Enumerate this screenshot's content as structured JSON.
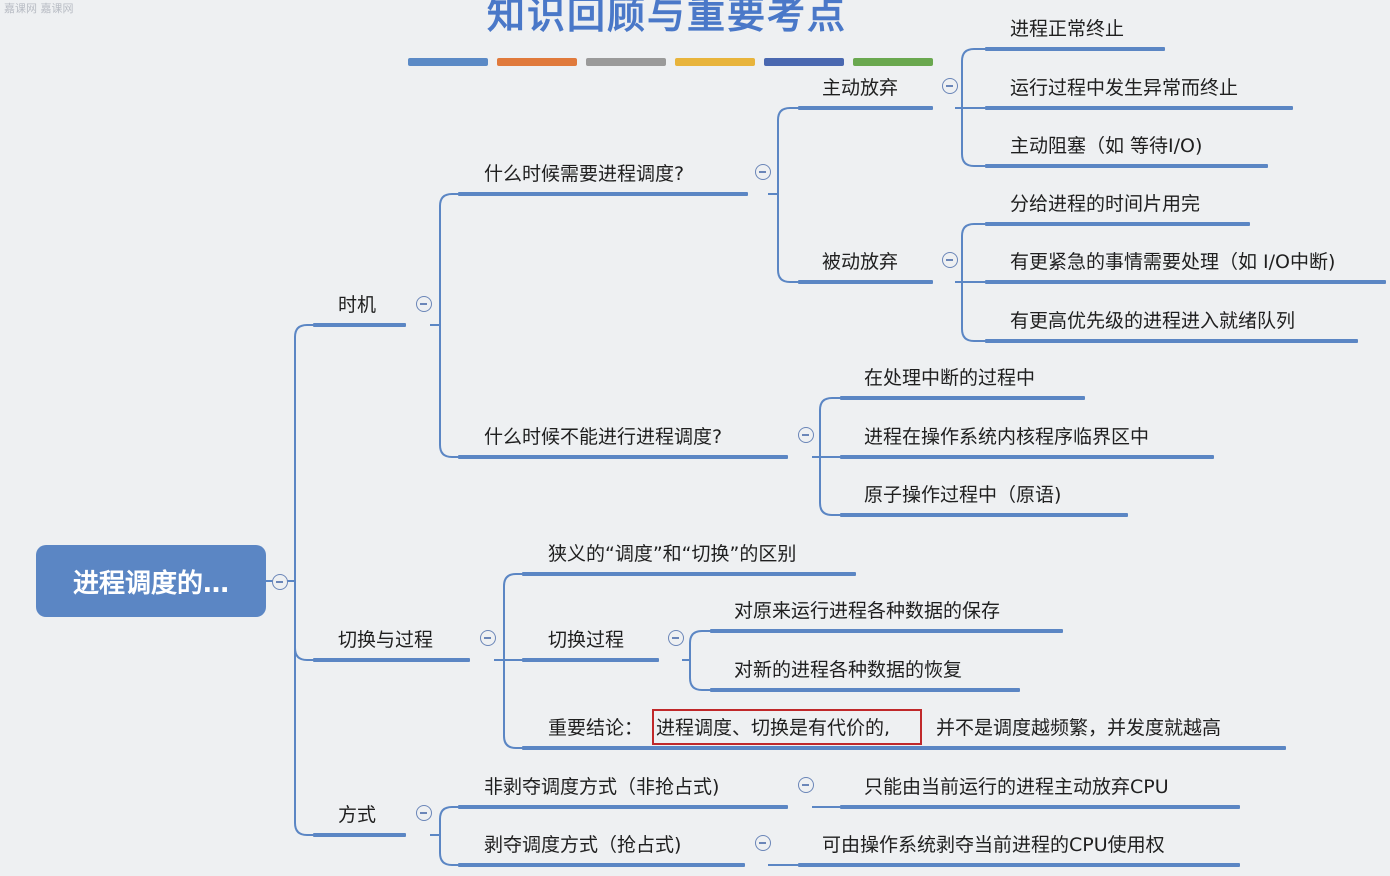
{
  "corner_text": "嘉课网 嘉课网",
  "title": "知识回顾与重要考点",
  "title_bar_colors": [
    "#5b8ac6",
    "#e07a3c",
    "#9a9a9a",
    "#e8b43c",
    "#4a68b0",
    "#6aa84f"
  ],
  "root": "进程调度的…",
  "timing": {
    "label": "时机",
    "need": {
      "label": "什么时候需要进程调度?",
      "active": {
        "label": "主动放弃",
        "items": [
          "进程正常终止",
          "运行过程中发生异常而终止",
          "主动阻塞（如 等待I/O)"
        ]
      },
      "passive": {
        "label": "被动放弃",
        "items": [
          "分给进程的时间片用完",
          "有更紧急的事情需要处理（如 I/O中断)",
          "有更高优先级的进程进入就绪队列"
        ]
      }
    },
    "cannot": {
      "label": "什么时候不能进行进程调度?",
      "items": [
        "在处理中断的过程中",
        "进程在操作系统内核程序临界区中",
        "原子操作过程中（原语)"
      ]
    }
  },
  "switching": {
    "label": "切换与过程",
    "difference": "狭义的“调度”和“切换”的区别",
    "process": {
      "label": "切换过程",
      "items": [
        "对原来运行进程各种数据的保存",
        "对新的进程各种数据的恢复"
      ]
    },
    "conclusion": {
      "prefix": "重要结论：",
      "highlight": "进程调度、切换是有代价的,",
      "rest": "并不是调度越频繁，并发度就越高"
    }
  },
  "mode": {
    "label": "方式",
    "nonpreemptive": {
      "label": "非剥夺调度方式（非抢占式)",
      "desc": "只能由当前运行的进程主动放弃CPU"
    },
    "preemptive": {
      "label": "剥夺调度方式（抢占式)",
      "desc": "可由操作系统剥夺当前进程的CPU使用权"
    }
  }
}
